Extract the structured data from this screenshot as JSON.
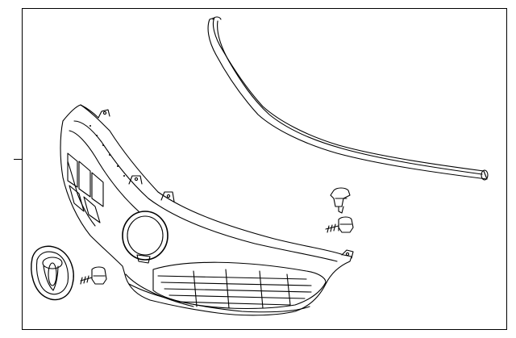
{
  "diagram": {
    "line_color": "#000000",
    "fill_color": "#ffffff",
    "background": "#ffffff",
    "parts": [
      {
        "id": "molding",
        "icon": "grille-molding-strip-icon"
      },
      {
        "id": "grille",
        "icon": "radiator-grille-icon"
      },
      {
        "id": "emblem",
        "icon": "toyota-emblem-icon"
      },
      {
        "id": "clip",
        "icon": "retainer-clip-icon"
      },
      {
        "id": "screw-right",
        "icon": "screw-icon"
      },
      {
        "id": "screw-left",
        "icon": "screw-icon"
      }
    ]
  }
}
